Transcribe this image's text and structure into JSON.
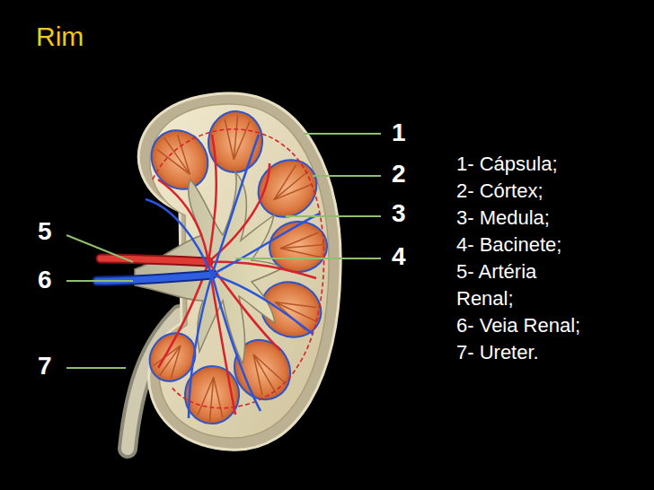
{
  "diagram": {
    "title": "Rim",
    "labels": [
      "1",
      "2",
      "3",
      "4",
      "5",
      "6",
      "7",
      "1- Cápsula;",
      "2- Córtex;",
      "3- Medula;",
      "4- Bacinete;",
      "5- Artéria Renal;",
      "6- Veia Renal;",
      "7- Ureter."
    ]
  }
}
